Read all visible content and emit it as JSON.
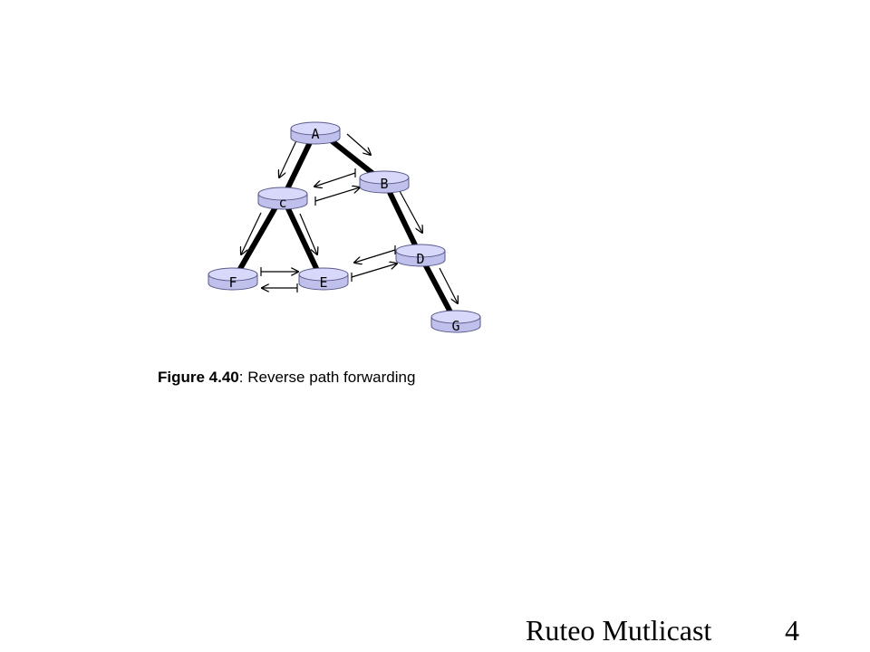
{
  "diagram": {
    "routers": [
      {
        "id": "A",
        "label": "A"
      },
      {
        "id": "B",
        "label": "B"
      },
      {
        "id": "C",
        "label": "c"
      },
      {
        "id": "D",
        "label": "D"
      },
      {
        "id": "E",
        "label": "E"
      },
      {
        "id": "F",
        "label": "F"
      },
      {
        "id": "G",
        "label": "G"
      }
    ],
    "links": [
      {
        "from": "A",
        "to": "C",
        "tree": true
      },
      {
        "from": "A",
        "to": "B",
        "tree": true
      },
      {
        "from": "B",
        "to": "D",
        "tree": true
      },
      {
        "from": "C",
        "to": "F",
        "tree": true
      },
      {
        "from": "C",
        "to": "E",
        "tree": true
      },
      {
        "from": "D",
        "to": "G",
        "tree": true
      },
      {
        "from": "C",
        "to": "B",
        "tree": false
      },
      {
        "from": "F",
        "to": "E",
        "tree": false
      },
      {
        "from": "E",
        "to": "D",
        "tree": false
      }
    ],
    "colors": {
      "router_fill": "#c8c8f0",
      "router_top": "#d8d8fa",
      "router_stroke": "#5a5a8a",
      "tree_link": "#000000",
      "arrow": "#000000"
    }
  },
  "caption": {
    "figure_number": "Figure 4.40",
    "text": ": Reverse path forwarding"
  },
  "footer": {
    "title": "Ruteo Mutlicast",
    "page": "4"
  }
}
